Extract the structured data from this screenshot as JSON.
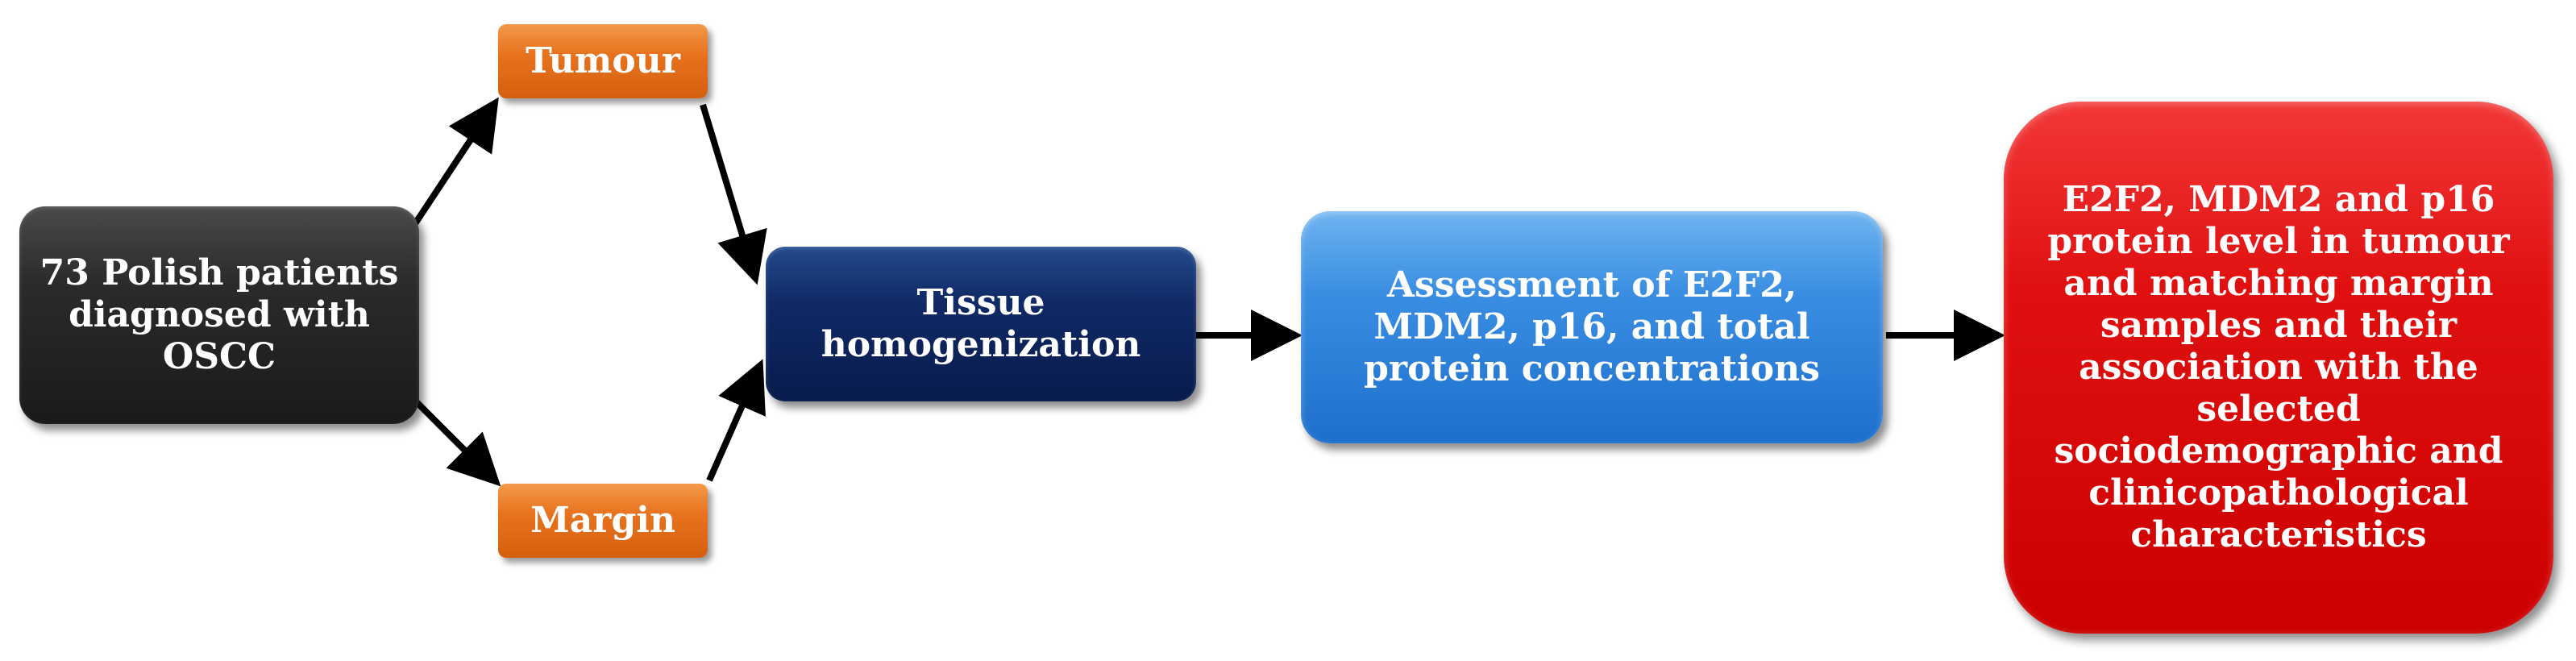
{
  "nodes": {
    "patients": [
      "73 Polish  patients",
      "diagnosed with",
      "OSCC"
    ],
    "tumour": [
      "Tumour"
    ],
    "margin": [
      "Margin"
    ],
    "tissue": [
      "Tissue",
      "homogenization"
    ],
    "assessment": [
      "Assessment of E2F2,",
      "MDM2, p16, and total",
      "protein concentrations"
    ],
    "result": [
      "E2F2, MDM2 and p16",
      "protein level in tumour",
      "and matching margin",
      "samples and their",
      "association with the",
      "selected",
      "sociodemographic and",
      "clinicopathological",
      "characteristics"
    ]
  },
  "colors": {
    "patients": "#1a1a1a",
    "sample_boxes": "#e8731e",
    "tissue": "#0b1f55",
    "assessment": "#2f82da",
    "result": "#e00000",
    "arrows": "#000000"
  }
}
